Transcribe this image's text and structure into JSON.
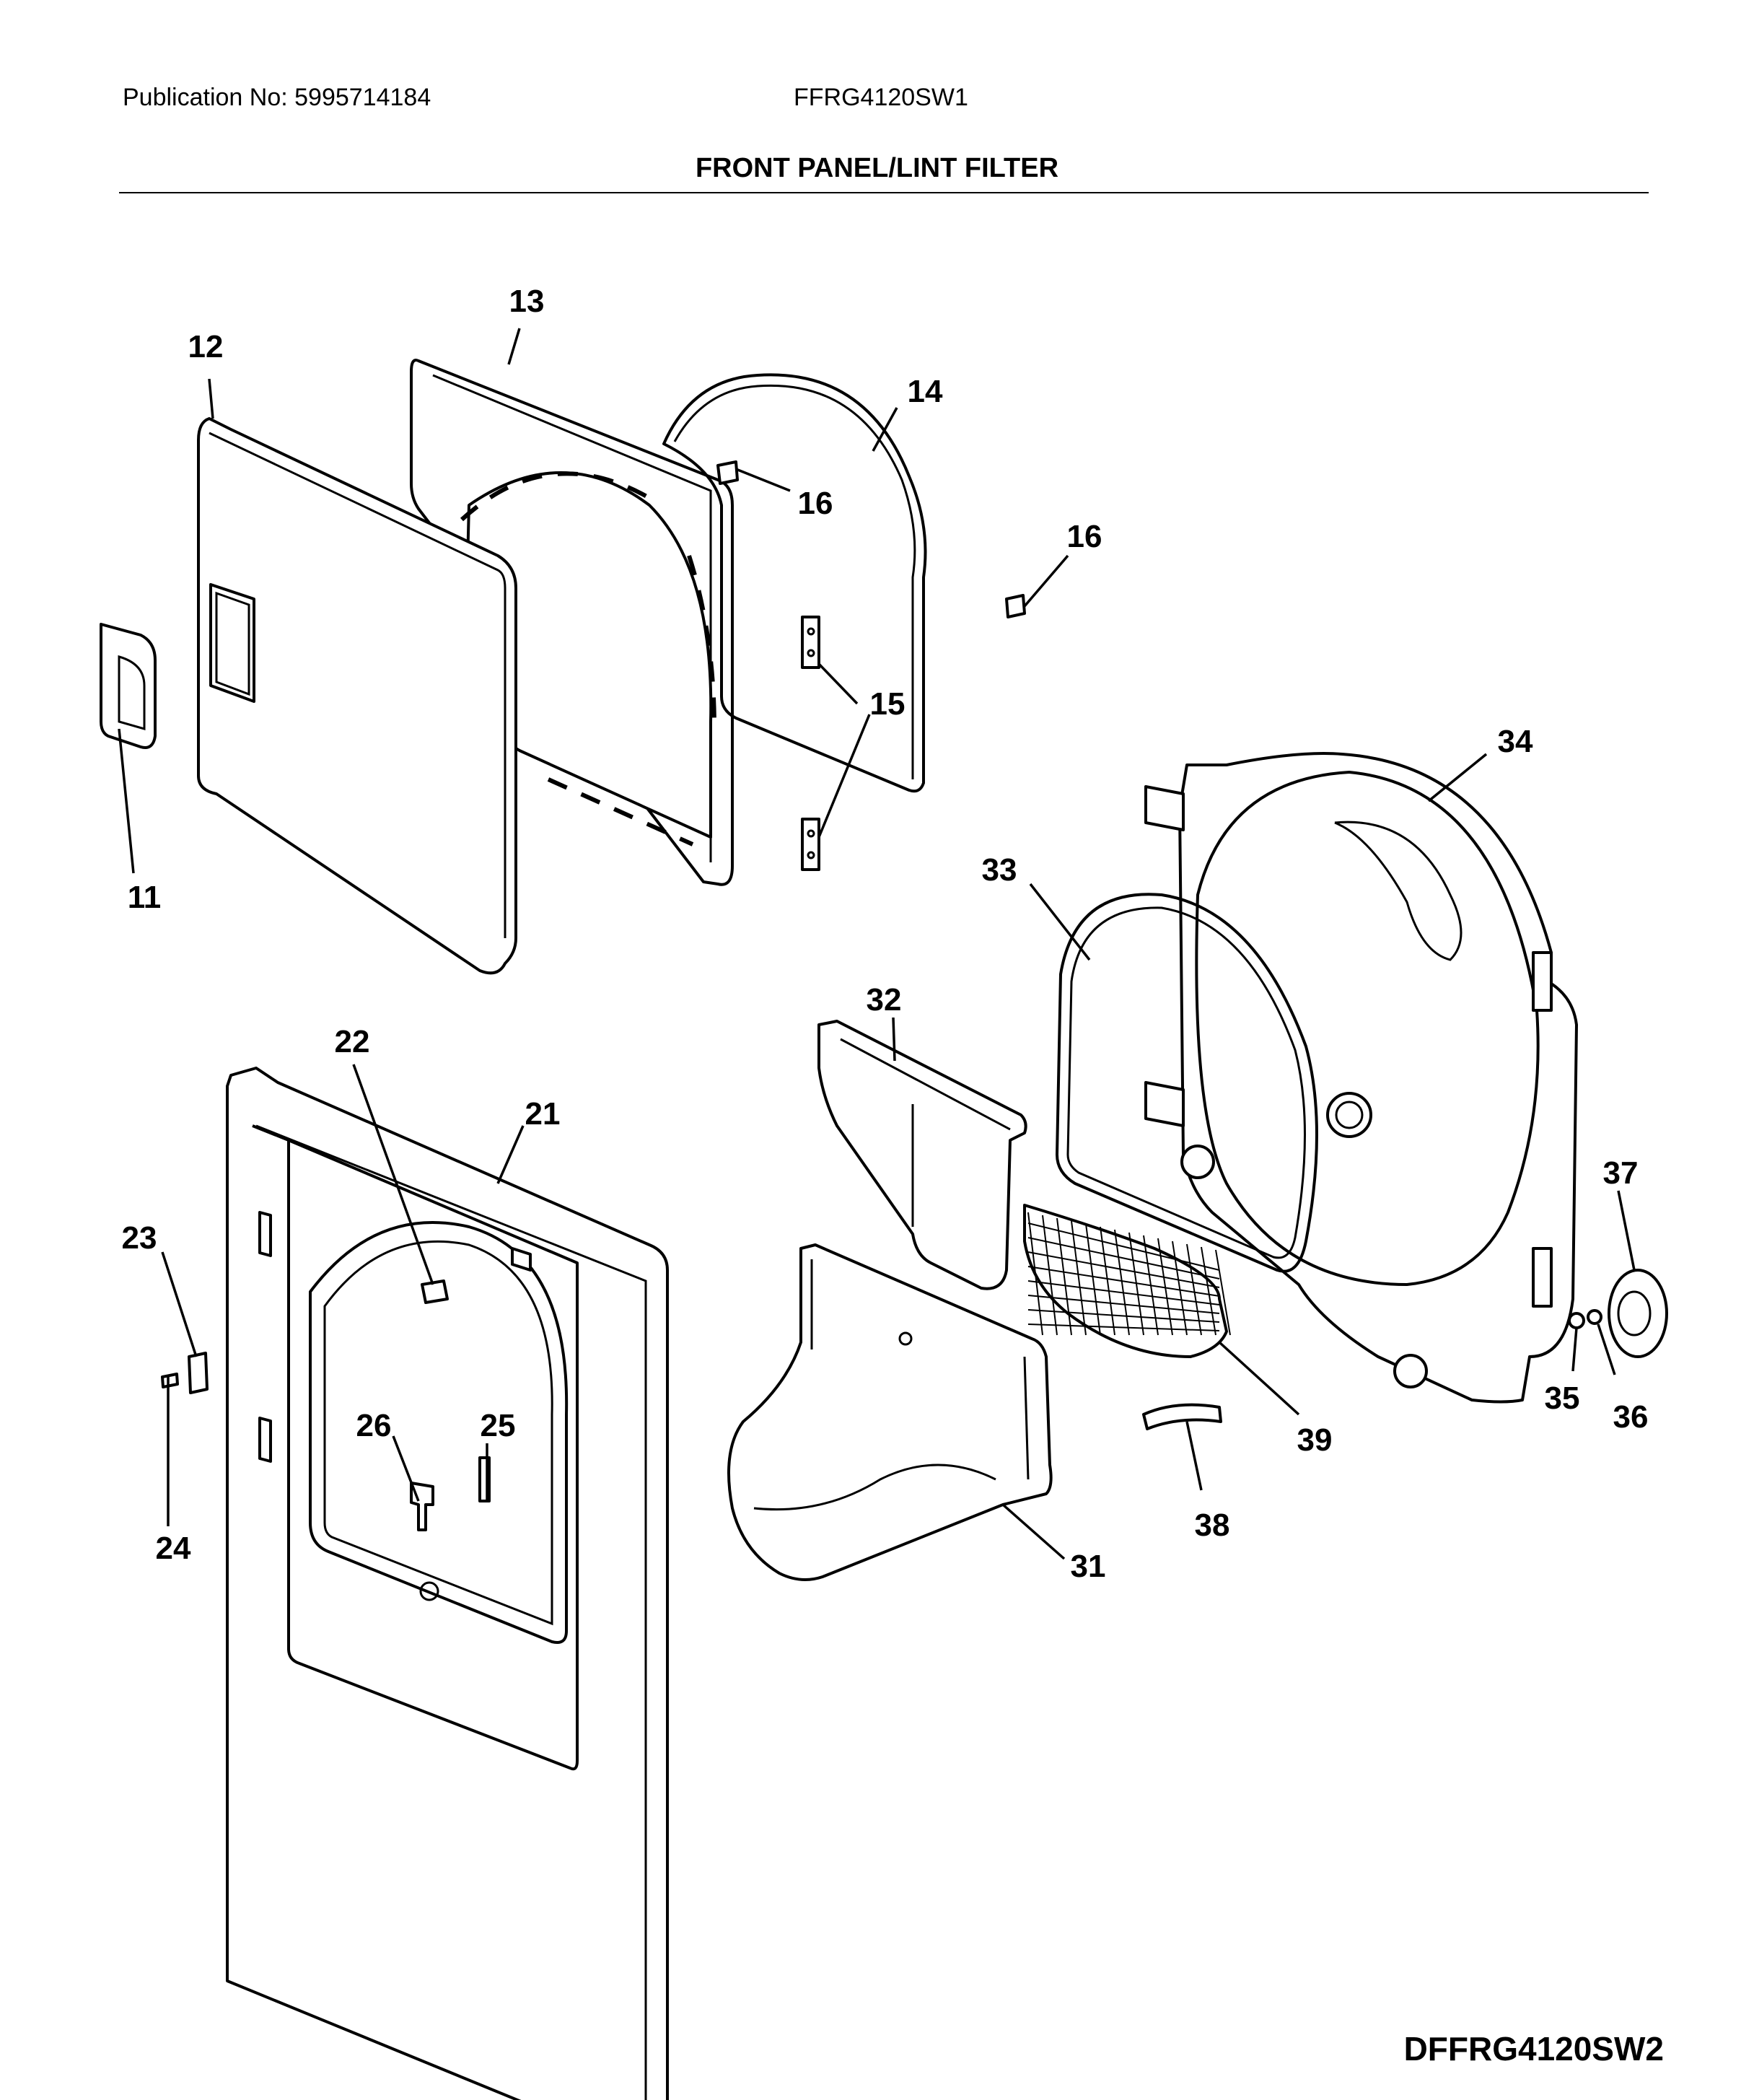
{
  "header": {
    "publication": "Publication No: 5995714184",
    "model": "FFRG4120SW1",
    "title": "FRONT PANEL/LINT FILTER"
  },
  "footer": {
    "diagram_code": "DFFRG4120SW2"
  },
  "callouts": {
    "c11": "11",
    "c12": "12",
    "c13": "13",
    "c14": "14",
    "c15": "15",
    "c16a": "16",
    "c16b": "16",
    "c21": "21",
    "c22": "22",
    "c23": "23",
    "c24": "24",
    "c25": "25",
    "c26": "26",
    "c31": "31",
    "c32": "32",
    "c33": "33",
    "c34": "34",
    "c35": "35",
    "c36": "36",
    "c37": "37",
    "c38": "38",
    "c39": "39"
  }
}
